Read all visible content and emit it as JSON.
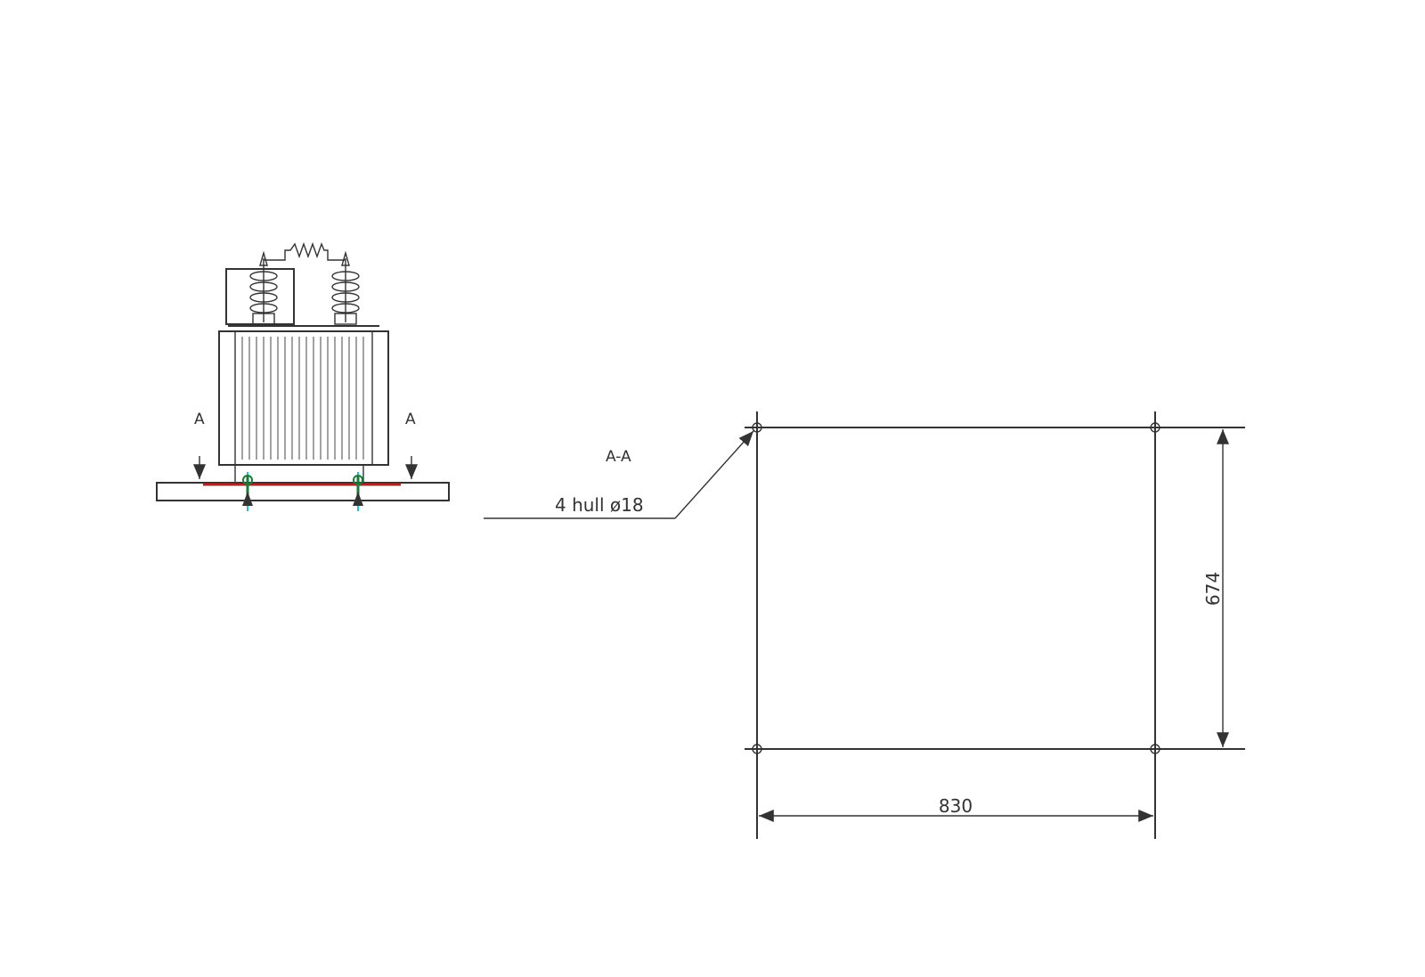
{
  "elevation": {
    "section_left_label": "A",
    "section_right_label": "A"
  },
  "plan": {
    "section_title": "A-A",
    "hole_callout": "4 hull ø18",
    "width_dimension": "830",
    "depth_dimension": "674"
  },
  "colors": {
    "line": "#333333",
    "base_plate_line": "#b22222",
    "anchor_bolt": "#1a7a3a",
    "anchor_highlight": "#22c5d8"
  }
}
